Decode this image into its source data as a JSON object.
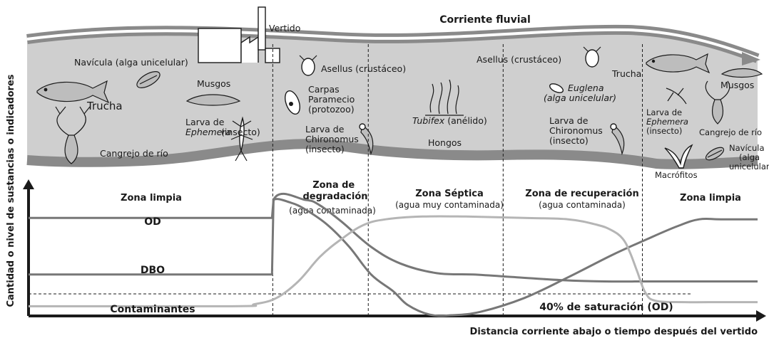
{
  "river": {
    "title": "Corriente fluvial",
    "outfall": "Vertido"
  },
  "organisms": {
    "navicula_left": "Navícula (alga unicelular)",
    "trucha_left": "Trucha",
    "musgos_left": "Musgos",
    "larva_ephemera_left": [
      "Larva de",
      "Ephemera",
      "(insecto)"
    ],
    "cangrejo_left": "Cangrejo de río",
    "asellus_left": "Asellus (crustáceo)",
    "carpas": "Carpas",
    "paramecio": [
      "Paramecio",
      "(protozoo)"
    ],
    "larva_chironomus_left": [
      "Larva de",
      "Chironomus",
      "(insecto)"
    ],
    "tubifex": [
      "Tubifex",
      " (anélido)"
    ],
    "hongos": "Hongos",
    "asellus_right": "Asellus (crustáceo)",
    "euglena": [
      "Euglena",
      "(alga unicelular)"
    ],
    "larva_chironomus_right": [
      "Larva de",
      "Chironomus",
      "(insecto)"
    ],
    "trucha_right": "Trucha",
    "musgos_right": "Musgos",
    "larva_ephemera_right": [
      "Larva de",
      "Ephemera",
      "(insecto)"
    ],
    "cangrejo_right": "Cangrejo de río",
    "navicula_right": [
      "Navícula",
      "(alga",
      "unicelular)"
    ],
    "macrofitos": "Macrófitos"
  },
  "zones": [
    {
      "name": "Zona limpia",
      "note": ""
    },
    {
      "name": "Zona de degradación",
      "name_lines": [
        "Zona de",
        "degradación"
      ],
      "note": "(agua contaminada)"
    },
    {
      "name": "Zona Séptica",
      "note": "(agua muy contaminada)"
    },
    {
      "name": "Zona de recuperación",
      "note": "(agua contaminada)"
    },
    {
      "name": "Zona limpia",
      "note": ""
    }
  ],
  "chart": {
    "ylabel": "Cantidad o nivel de sustancias o indicadores",
    "xlabel": "Distancia corriente abajo o tiempo después del vertido",
    "saturation_label": "40% de saturación (OD)"
  },
  "chart_data": {
    "type": "line",
    "title": "",
    "xlabel": "Distancia corriente abajo o tiempo después del vertido",
    "ylabel": "Cantidad o nivel de sustancias o indicadores",
    "grid": false,
    "xlim": [
      0,
      100
    ],
    "ylim": [
      0,
      100
    ],
    "zone_boundaries": [
      33.5,
      46.6,
      65.1,
      84.2
    ],
    "reference_lines": [
      {
        "label": "40% de saturación (OD)",
        "y": 16
      }
    ],
    "series": [
      {
        "name": "OD",
        "color": "#777777",
        "points": [
          [
            0,
            71
          ],
          [
            33.4,
            71
          ],
          [
            33.6,
            84
          ],
          [
            36,
            82
          ],
          [
            38,
            77
          ],
          [
            41,
            66
          ],
          [
            44,
            50
          ],
          [
            47,
            30
          ],
          [
            50,
            18
          ],
          [
            52,
            8
          ],
          [
            55,
            1
          ],
          [
            58,
            0.5
          ],
          [
            62,
            3
          ],
          [
            68,
            13
          ],
          [
            74,
            28
          ],
          [
            80,
            44
          ],
          [
            85,
            56
          ],
          [
            89,
            65
          ],
          [
            92,
            70
          ],
          [
            95,
            70
          ],
          [
            100,
            70
          ]
        ]
      },
      {
        "name": "DBO",
        "color": "#777777",
        "points": [
          [
            0,
            30
          ],
          [
            33.4,
            30
          ],
          [
            33.6,
            84
          ],
          [
            38,
            84
          ],
          [
            40,
            80
          ],
          [
            43,
            68
          ],
          [
            47,
            50
          ],
          [
            51,
            38
          ],
          [
            56,
            31
          ],
          [
            61,
            30
          ],
          [
            67,
            28
          ],
          [
            73,
            26
          ],
          [
            79,
            25
          ],
          [
            85,
            25
          ],
          [
            92,
            25
          ],
          [
            100,
            25
          ]
        ]
      },
      {
        "name": "Contaminantes",
        "color": "#b5b5b5",
        "points": [
          [
            0,
            7
          ],
          [
            28,
            7
          ],
          [
            31,
            8.5
          ],
          [
            34,
            13
          ],
          [
            37,
            25
          ],
          [
            40,
            43
          ],
          [
            43,
            56
          ],
          [
            46,
            66
          ],
          [
            49,
            70
          ],
          [
            54,
            72
          ],
          [
            60,
            72
          ],
          [
            68,
            71
          ],
          [
            74,
            70
          ],
          [
            78,
            66
          ],
          [
            80,
            62
          ],
          [
            81.5,
            56
          ],
          [
            82.5,
            46
          ],
          [
            83.5,
            32
          ],
          [
            84.6,
            17
          ],
          [
            86,
            11
          ],
          [
            90,
            10
          ],
          [
            95,
            10
          ],
          [
            100,
            10
          ]
        ]
      }
    ]
  }
}
